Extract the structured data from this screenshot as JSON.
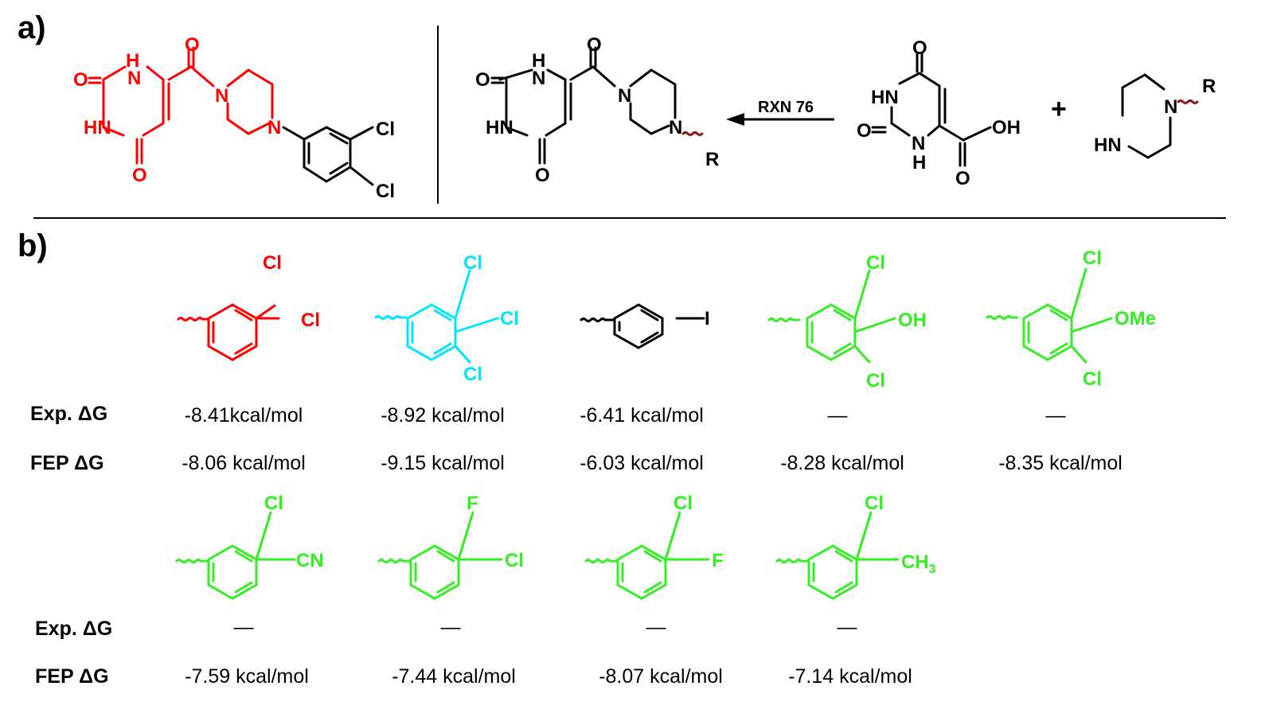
{
  "panels": {
    "a": "a)",
    "b": "b)"
  },
  "colors": {
    "lead": "#ff0000",
    "best": "#00e5ff",
    "ref": "#000000",
    "designed": "#33ee22"
  },
  "scheme": {
    "reaction_label": "RXN 76",
    "plus": "+",
    "atoms": {
      "O": "O",
      "H": "H",
      "N": "N",
      "HN": "HN",
      "OH": "OH",
      "Cl": "Cl",
      "R": "R",
      "F": "F",
      "I": "I",
      "OMe": "OMe",
      "CN": "CN",
      "CH": "CH",
      "sub3": "3"
    }
  },
  "table": {
    "row_labels": {
      "exp": "Exp. ΔG",
      "fep": "FEP ΔG"
    },
    "row1": [
      {
        "substituents": "3,4-dichlorophenyl",
        "color": "lead",
        "exp": "-8.41kcal/mol",
        "fep": "-8.06 kcal/mol"
      },
      {
        "substituents": "3,4,5-trichlorophenyl",
        "color": "best",
        "exp": "-8.92 kcal/mol",
        "fep": "-9.15 kcal/mol"
      },
      {
        "substituents": "4-iodophenyl",
        "color": "ref",
        "exp": "-6.41 kcal/mol",
        "fep": "-6.03 kcal/mol"
      },
      {
        "substituents": "3,5-dichloro-4-hydroxyphenyl",
        "color": "designed",
        "exp": "—",
        "fep": "-8.28 kcal/mol"
      },
      {
        "substituents": "3,5-dichloro-4-methoxyphenyl",
        "color": "designed",
        "exp": "—",
        "fep": "-8.35 kcal/mol"
      }
    ],
    "row2": [
      {
        "substituents": "3-chloro-4-cyanophenyl",
        "color": "designed",
        "exp": "—",
        "fep": "-7.59 kcal/mol"
      },
      {
        "substituents": "3-fluoro-4-chlorophenyl",
        "color": "designed",
        "exp": "—",
        "fep": "-7.44 kcal/mol"
      },
      {
        "substituents": "3-chloro-4-fluorophenyl",
        "color": "designed",
        "exp": "—",
        "fep": "-8.07 kcal/mol"
      },
      {
        "substituents": "3-chloro-4-methylphenyl",
        "color": "designed",
        "exp": "—",
        "fep": "-7.14 kcal/mol"
      }
    ]
  }
}
